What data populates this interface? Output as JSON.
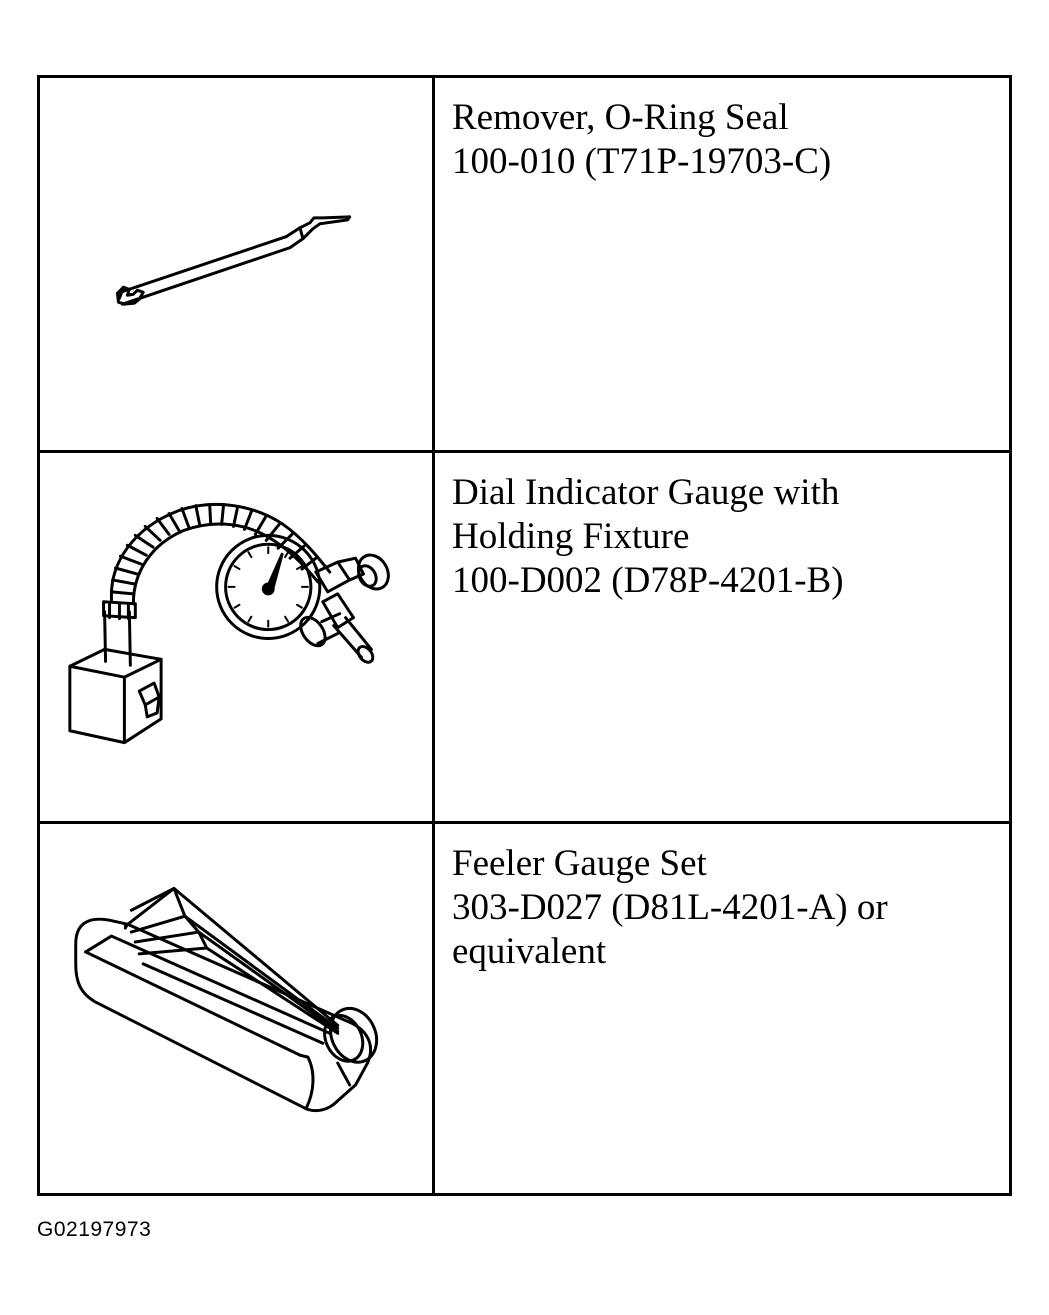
{
  "tools": [
    {
      "icon": "o-ring-seal-remover-illustration",
      "lines": [
        "Remover, O-Ring Seal",
        "100-010 (T71P-19703-C)"
      ]
    },
    {
      "icon": "dial-indicator-gauge-illustration",
      "lines": [
        "Dial Indicator Gauge with",
        "Holding Fixture",
        "100-D002 (D78P-4201-B)"
      ]
    },
    {
      "icon": "feeler-gauge-set-illustration",
      "lines": [
        "Feeler Gauge Set",
        "303-D027 (D81L-4201-A) or",
        "equivalent"
      ]
    }
  ],
  "figure_id": "G02197973"
}
